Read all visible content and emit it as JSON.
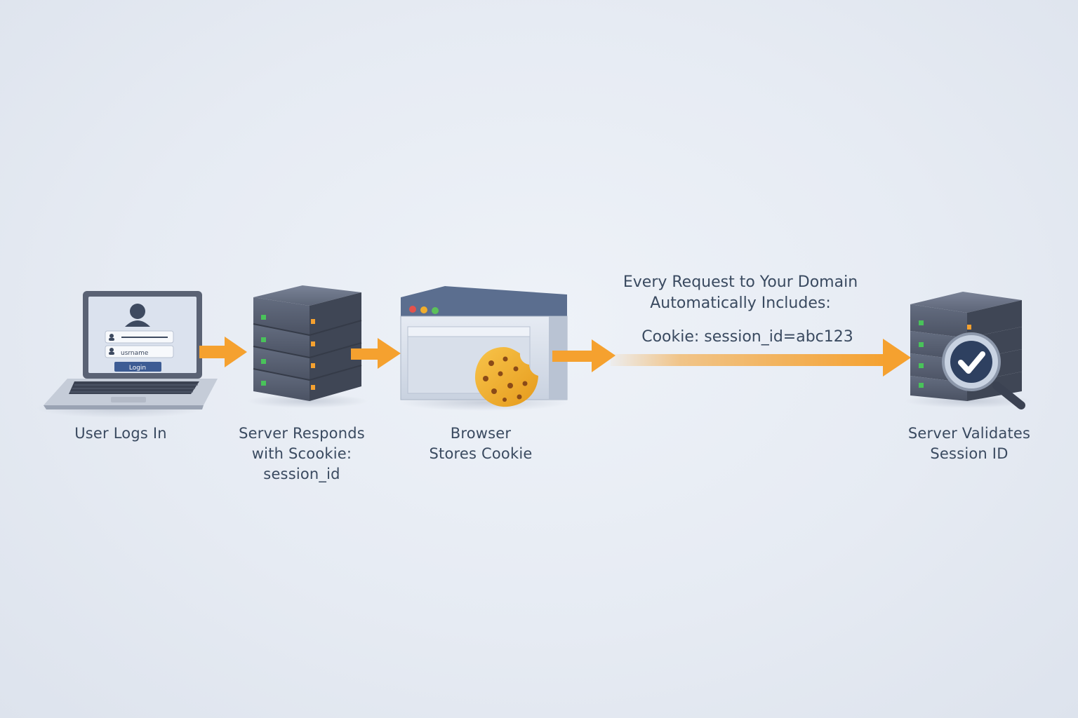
{
  "steps": [
    {
      "label_lines": [
        "User Logs In"
      ]
    },
    {
      "label_lines": [
        "Server Responds",
        "with Scookie:",
        "session_id"
      ]
    },
    {
      "label_lines": [
        "Browser",
        "Stores Cookie"
      ]
    },
    {
      "label_lines": [
        "Server Validates",
        "Session ID"
      ]
    }
  ],
  "request": {
    "heading_lines": [
      "Every Request to Your Domain",
      "Automatically Includes:"
    ],
    "cookie_header": "Cookie: session_id=abc123"
  },
  "login_form": {
    "username_text": "usrname",
    "login_button": "Login"
  },
  "colors": {
    "arrow": "#f5a12f",
    "server_body": "#5d6577",
    "server_led_green": "#49c35a",
    "server_led_orange": "#f5a12f",
    "browser_bar": "#5b6e8f",
    "cookie": "#f2b230",
    "label_text": "#3a4a60",
    "check_badge": "#2e4060"
  },
  "icons": {
    "laptop": "laptop-icon",
    "server": "server-rack-icon",
    "browser": "browser-window-icon",
    "cookie": "cookie-icon",
    "validate": "magnifier-check-icon"
  }
}
